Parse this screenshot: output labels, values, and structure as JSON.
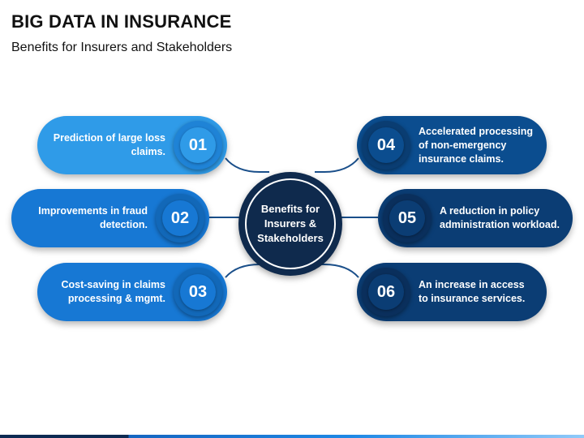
{
  "header": {
    "title": "BIG DATA IN INSURANCE",
    "subtitle": "Benefits for Insurers and Stakeholders"
  },
  "hub": {
    "label": "Benefits for Insurers & Stakeholders"
  },
  "items": [
    {
      "number": "01",
      "text": "Prediction of large loss claims."
    },
    {
      "number": "02",
      "text": "Improvements in fraud detection."
    },
    {
      "number": "03",
      "text": "Cost-saving in claims processing & mgmt."
    },
    {
      "number": "04",
      "text": "Accelerated processing of non-emergency insurance claims."
    },
    {
      "number": "05",
      "text": "A reduction in policy administration workload."
    },
    {
      "number": "06",
      "text": "An increase in access to insurance services."
    }
  ],
  "colors": {
    "light_blue": "#2f9be8",
    "light_blue_badge": "#1f83d6",
    "mid_blue": "#1778d4",
    "dark_blue": "#0b3d74",
    "dark_blue_badge": "#0a2f5c",
    "navy": "#0f2a4d"
  }
}
